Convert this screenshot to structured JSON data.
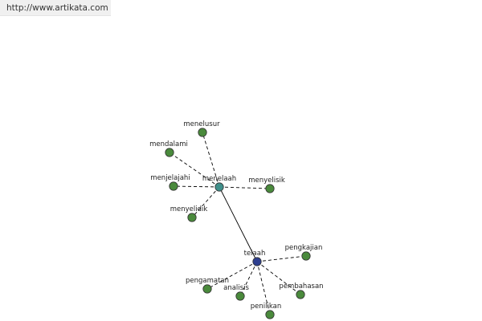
{
  "header": {
    "url": "http://www.artikata.com"
  },
  "graph": {
    "edge_color": "#000000",
    "leaf_color": "#4a8a3c",
    "hubs": [
      {
        "id": "menelaah",
        "label": "menelaah",
        "color": "#3f8f8a"
      },
      {
        "id": "telaah",
        "label": "telaah",
        "color": "#2e3f8f"
      }
    ],
    "leaves": [
      {
        "id": "menelusur",
        "label": "menelusur",
        "parent": "menelaah"
      },
      {
        "id": "mendalami",
        "label": "mendalami",
        "parent": "menelaah"
      },
      {
        "id": "menjelajahi",
        "label": "menjelajahi",
        "parent": "menelaah"
      },
      {
        "id": "menyelisik",
        "label": "menyelisik",
        "parent": "menelaah"
      },
      {
        "id": "menyelidik",
        "label": "menyelidik",
        "parent": "menelaah"
      },
      {
        "id": "pengkajian",
        "label": "pengkajian",
        "parent": "telaah"
      },
      {
        "id": "pengamatan",
        "label": "pengamatan",
        "parent": "telaah"
      },
      {
        "id": "analisis",
        "label": "analisis",
        "parent": "telaah"
      },
      {
        "id": "pembahasan",
        "label": "pembahasan",
        "parent": "telaah"
      },
      {
        "id": "penilikan",
        "label": "penilikan",
        "parent": "telaah"
      }
    ],
    "edges": [
      {
        "from": "menelaah",
        "to": "telaah",
        "style": "solid"
      },
      {
        "from": "menelaah",
        "to": "menelusur",
        "style": "dashed"
      },
      {
        "from": "menelaah",
        "to": "mendalami",
        "style": "dashed"
      },
      {
        "from": "menelaah",
        "to": "menjelajahi",
        "style": "dashed"
      },
      {
        "from": "menelaah",
        "to": "menyelisik",
        "style": "dashed"
      },
      {
        "from": "menelaah",
        "to": "menyelidik",
        "style": "dashed"
      },
      {
        "from": "telaah",
        "to": "pengkajian",
        "style": "dashed"
      },
      {
        "from": "telaah",
        "to": "pengamatan",
        "style": "dashed"
      },
      {
        "from": "telaah",
        "to": "analisis",
        "style": "dashed"
      },
      {
        "from": "telaah",
        "to": "pembahasan",
        "style": "dashed"
      },
      {
        "from": "telaah",
        "to": "penilikan",
        "style": "dashed"
      }
    ]
  }
}
